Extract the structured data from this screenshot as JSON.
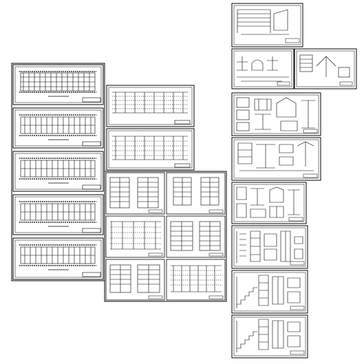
{
  "colors": {
    "background": "#ffffff",
    "ink": "#000000"
  },
  "sheet_set": {
    "columns": [
      {
        "id": "col-1",
        "description_kind": "floor-plan",
        "sheets": [
          {
            "kind": "floor-plan"
          },
          {
            "kind": "floor-plan"
          },
          {
            "kind": "floor-plan"
          },
          {
            "kind": "floor-plan"
          },
          {
            "kind": "floor-plan"
          }
        ]
      },
      {
        "id": "col-2",
        "sheets": [
          {
            "kind": "elevation"
          },
          {
            "kind": "elevation"
          }
        ]
      },
      {
        "id": "col-2-grid",
        "sheets": [
          {
            "kind": "section"
          },
          {
            "kind": "section"
          },
          {
            "kind": "section"
          },
          {
            "kind": "section"
          },
          {
            "kind": "section"
          },
          {
            "kind": "elevation"
          }
        ]
      },
      {
        "id": "col-3",
        "sheets": [
          {
            "kind": "detail"
          },
          {
            "kind": "detail"
          },
          {
            "kind": "detail"
          },
          {
            "kind": "detail"
          },
          {
            "kind": "detail"
          },
          {
            "kind": "detail"
          },
          {
            "kind": "stair-detail"
          },
          {
            "kind": "stair-detail"
          },
          {
            "kind": "stair-detail"
          }
        ]
      }
    ]
  }
}
